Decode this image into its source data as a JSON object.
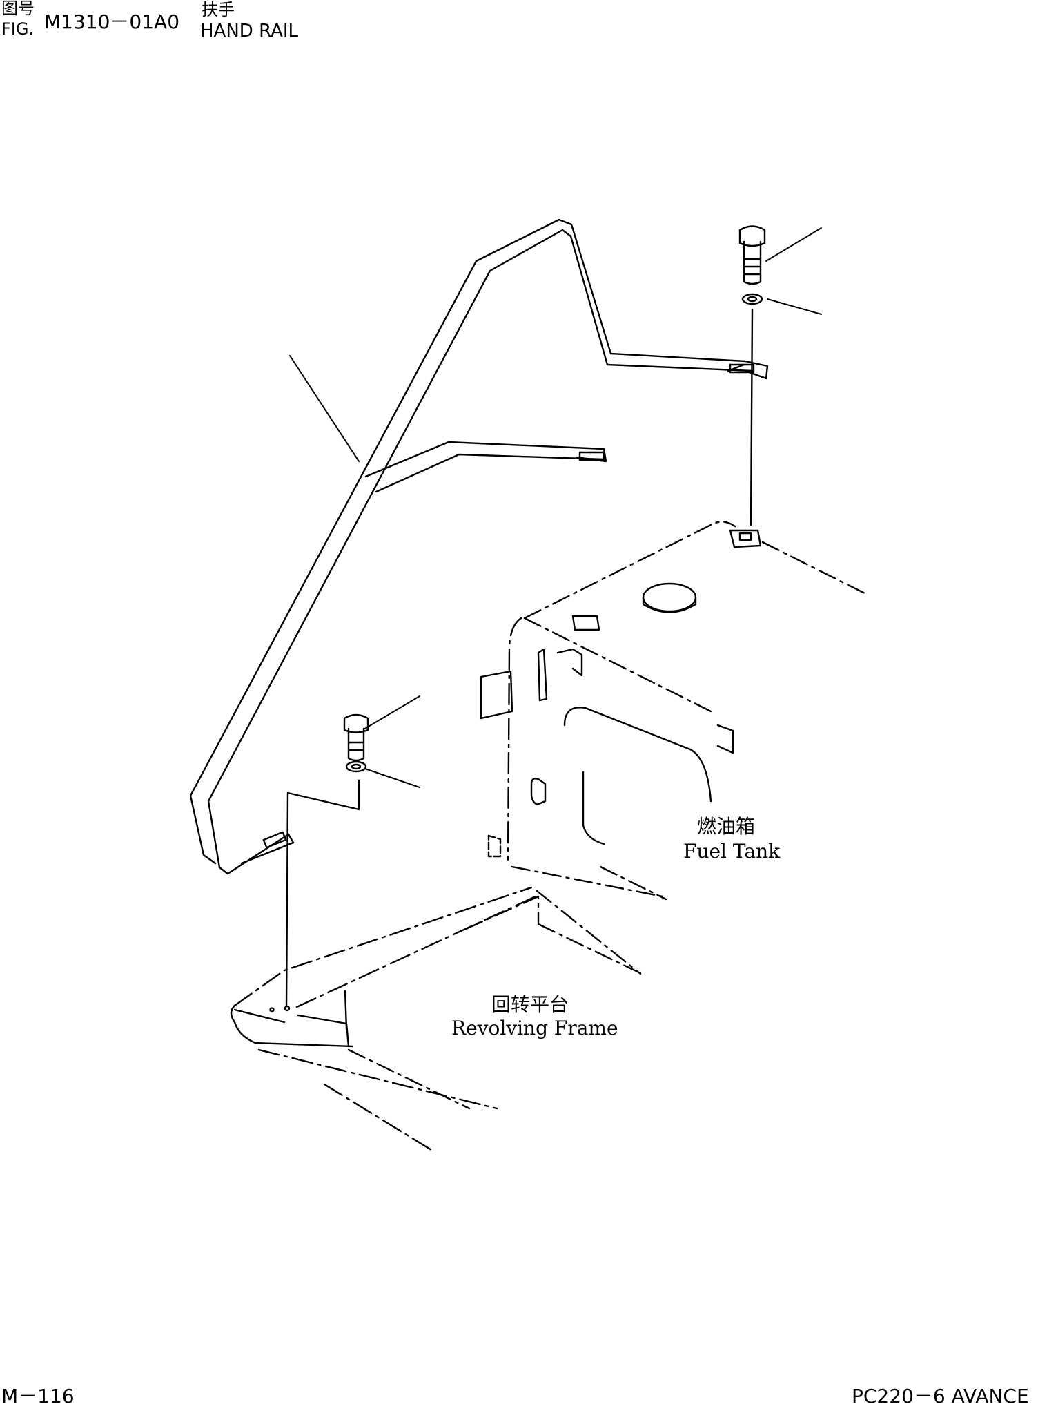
{
  "header": {
    "fig_label_cn": "图号",
    "fig_label_en": "FIG.",
    "fig_number": "M1310－01A0",
    "title_cn": "扶手",
    "title_en": "HAND RAIL"
  },
  "callouts": {
    "fuel_tank_cn": "燃油箱",
    "fuel_tank_en": "Fuel Tank",
    "revolving_frame_cn": "回转平台",
    "revolving_frame_en": "Revolving Frame"
  },
  "footer": {
    "page_number": "M－116",
    "model": "PC220－6 AVANCE"
  }
}
